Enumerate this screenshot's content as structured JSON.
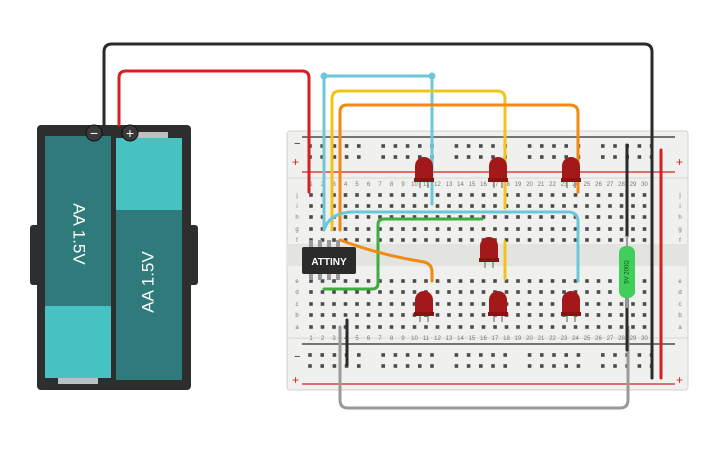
{
  "battery": {
    "cell_left_label": "AA 1.5V",
    "cell_right_label": "AA 1.5V",
    "neg_terminal": "−",
    "pos_terminal": "+"
  },
  "chip": {
    "label": "ATTINY"
  },
  "resistor": {
    "label": "5V 200Ω"
  },
  "breadboard": {
    "rail_plus": "+",
    "rail_minus": "−",
    "col_labels": [
      "1",
      "2",
      "3",
      "4",
      "5",
      "6",
      "7",
      "8",
      "9",
      "10",
      "11",
      "12",
      "13",
      "14",
      "15",
      "16",
      "17",
      "18",
      "19",
      "20",
      "21",
      "22",
      "23",
      "24",
      "25",
      "26",
      "27",
      "28",
      "29",
      "30"
    ],
    "rows_top": [
      "j",
      "i",
      "h",
      "g",
      "f"
    ],
    "rows_bottom": [
      "e",
      "d",
      "c",
      "b",
      "a"
    ]
  },
  "colors": {
    "board": "#f0f0ee",
    "battery_case": "#2e2e2e",
    "cell_dark": "#2f7a7a",
    "cell_light": "#46c2c2",
    "led": "#a31919",
    "wire_red": "#d62020",
    "wire_black": "#2a2a2a",
    "wire_cyan": "#6cc8d8",
    "wire_yellow": "#f0c419",
    "wire_orange": "#f08a12",
    "wire_green": "#3cae3c",
    "wire_gray": "#9a9a9a",
    "resistor": "#3fcf5a"
  }
}
